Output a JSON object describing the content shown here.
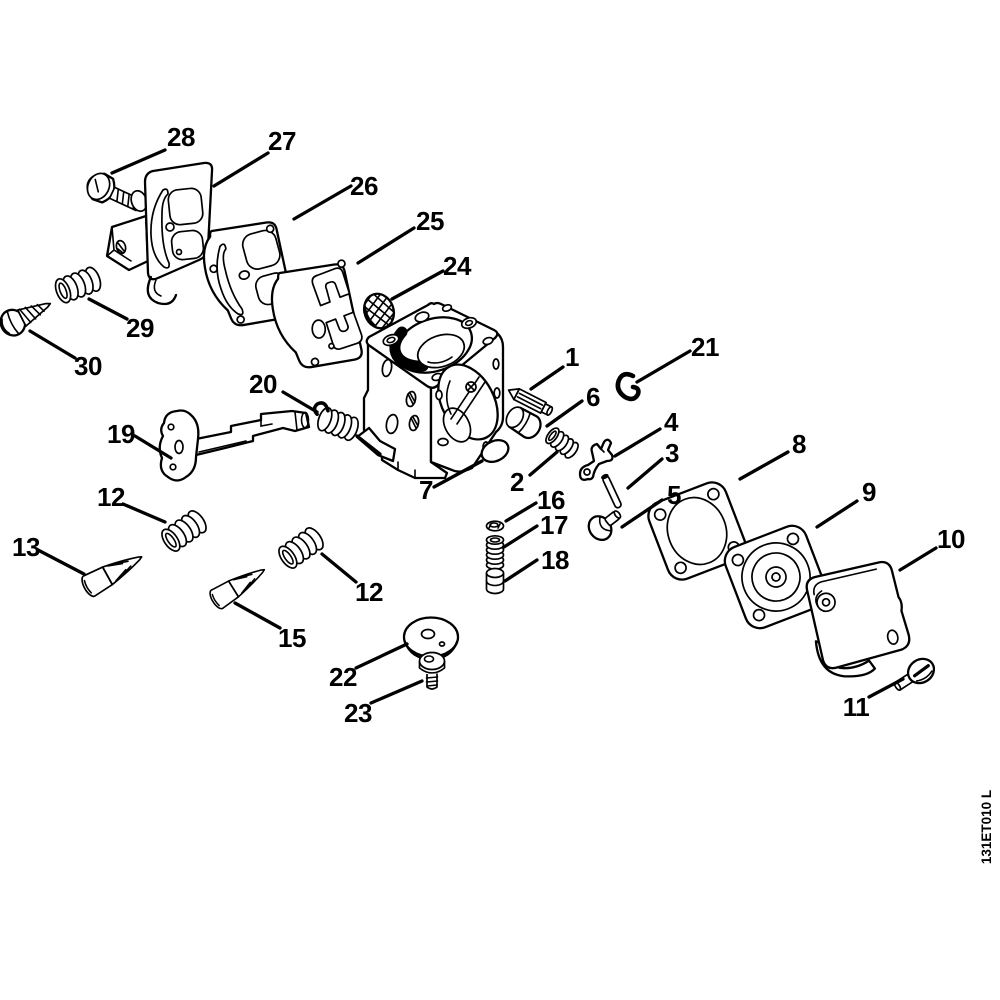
{
  "figure": {
    "drawing_code": "131ET010 L"
  },
  "callouts": [
    "28",
    "27",
    "26",
    "25",
    "24",
    "29",
    "30",
    "20",
    "19",
    "1",
    "21",
    "6",
    "4",
    "3",
    "8",
    "5",
    "9",
    "10",
    "2",
    "7",
    "16",
    "17",
    "18",
    "12",
    "13",
    "12",
    "15",
    "22",
    "23",
    "11"
  ]
}
